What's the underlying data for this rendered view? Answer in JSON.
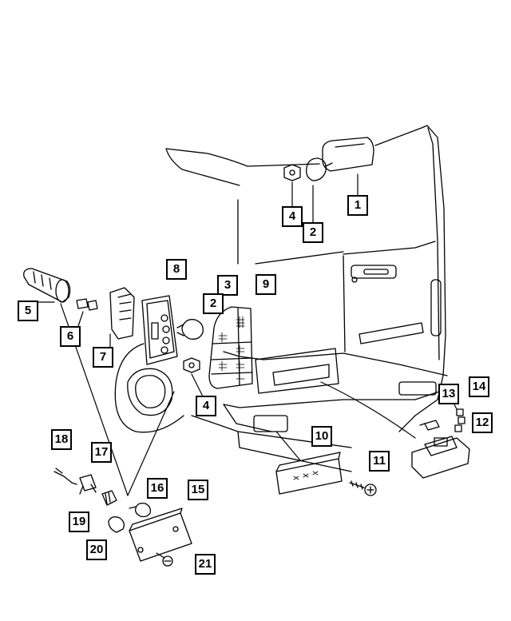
{
  "callouts": [
    {
      "label": "1"
    },
    {
      "label": "2"
    },
    {
      "label": "4"
    },
    {
      "label": "8"
    },
    {
      "label": "3"
    },
    {
      "label": "2"
    },
    {
      "label": "9"
    },
    {
      "label": "5"
    },
    {
      "label": "6"
    },
    {
      "label": "7"
    },
    {
      "label": "4"
    },
    {
      "label": "13"
    },
    {
      "label": "14"
    },
    {
      "label": "12"
    },
    {
      "label": "10"
    },
    {
      "label": "18"
    },
    {
      "label": "17"
    },
    {
      "label": "11"
    },
    {
      "label": "16"
    },
    {
      "label": "15"
    },
    {
      "label": "19"
    },
    {
      "label": "20"
    },
    {
      "label": "21"
    }
  ],
  "colors": {
    "line": "#000000",
    "background": "#ffffff"
  }
}
